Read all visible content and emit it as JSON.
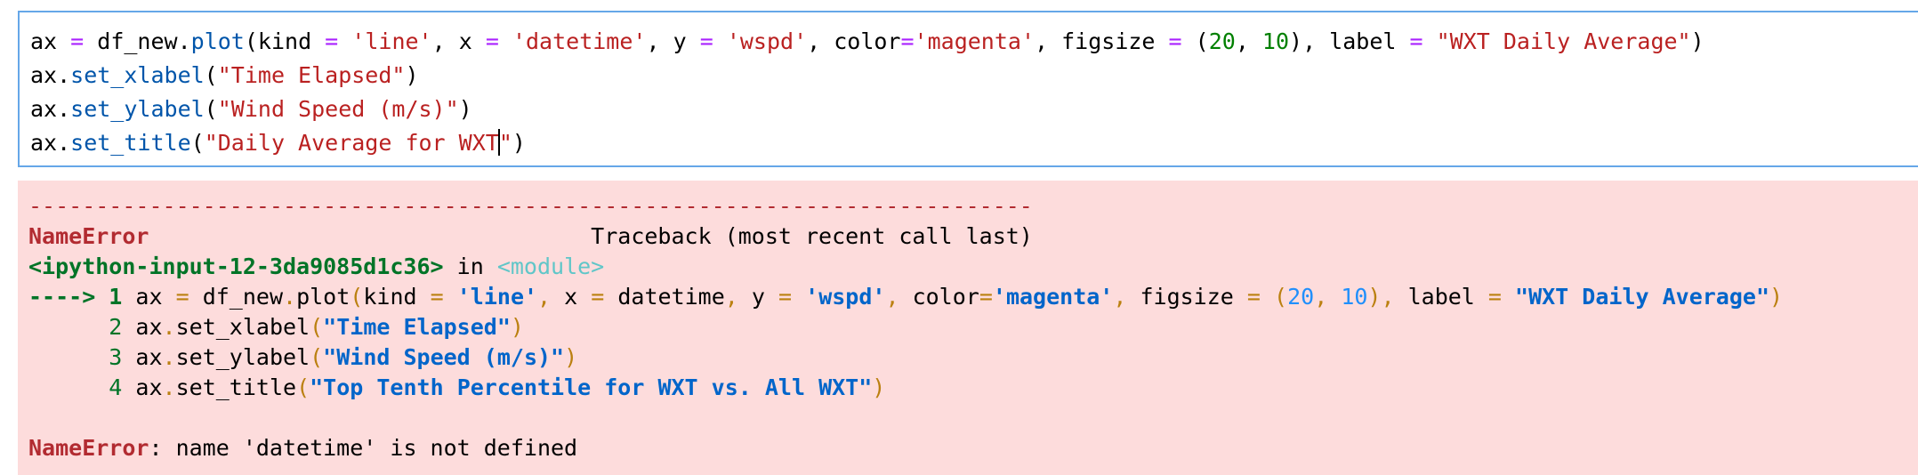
{
  "input_cell": {
    "prompt": ":",
    "lines": [
      {
        "p1": "ax ",
        "p2": "=",
        "p3": " df_new.",
        "p4": "plot",
        "p5": "(kind ",
        "p6": "=",
        "p7": " ",
        "p8": "'line'",
        "p9": ", x ",
        "p10": "=",
        "p11": " ",
        "p12": "'datetime'",
        "p13": ", y ",
        "p14": "=",
        "p15": " ",
        "p16": "'wspd'",
        "p17": ", color",
        "p18": "=",
        "p19": "'magenta'",
        "p20": ", figsize ",
        "p21": "=",
        "p22": " (",
        "p23": "20",
        "p24": ", ",
        "p25": "10",
        "p26": "), label ",
        "p27": "=",
        "p28": " ",
        "p29": "\"WXT Daily Average\"",
        "p30": ")"
      },
      {
        "p1": "ax.",
        "p2": "set_xlabel",
        "p3": "(",
        "p4": "\"Time Elapsed\"",
        "p5": ")"
      },
      {
        "p1": "ax.",
        "p2": "set_ylabel",
        "p3": "(",
        "p4": "\"Wind Speed (m/s)\"",
        "p5": ")"
      },
      {
        "p1": "ax.",
        "p2": "set_title",
        "p3": "(",
        "p4a": "\"Daily Average for WXT",
        "p4b": "\"",
        "p5": ")"
      }
    ]
  },
  "output": {
    "separator": "---------------------------------------------------------------------------",
    "error_name": "NameError",
    "traceback_header": "                                 Traceback (most recent call last)",
    "input_ref": "<ipython-input-12-3da9085d1c36>",
    "in_text": " in ",
    "module": "<module>",
    "tb_lines": [
      {
        "arrow": "----> 1 ",
        "t1": "ax ",
        "t2": "=",
        "t3": " df_new",
        "t4": ".",
        "t5": "plot",
        "t6": "(",
        "t7": "kind ",
        "t8": "=",
        "t9": " ",
        "t10": "'line'",
        "t11": ",",
        "t12": " x ",
        "t13": "=",
        "t14": " datetime",
        "t15": ",",
        "t16": " y ",
        "t17": "=",
        "t18": " ",
        "t19": "'wspd'",
        "t20": ",",
        "t21": " color",
        "t22": "=",
        "t23": "'magenta'",
        "t24": ",",
        "t25": " figsize ",
        "t26": "=",
        "t27": " ",
        "t28": "(",
        "t29": "20",
        "t30": ",",
        "t31": " ",
        "t32": "10",
        "t33": ")",
        "t34": ",",
        "t35": " label ",
        "t36": "=",
        "t37": " ",
        "t38": "\"WXT Daily Average\"",
        "t39": ")"
      },
      {
        "num": "      2 ",
        "t1": "ax",
        "t2": ".",
        "t3": "set_xlabel",
        "t4": "(",
        "t5": "\"Time Elapsed\"",
        "t6": ")"
      },
      {
        "num": "      3 ",
        "t1": "ax",
        "t2": ".",
        "t3": "set_ylabel",
        "t4": "(",
        "t5": "\"Wind Speed (m/s)\"",
        "t6": ")"
      },
      {
        "num": "      4 ",
        "t1": "ax",
        "t2": ".",
        "t3": "set_title",
        "t4": "(",
        "t5": "\"Top Tenth Percentile for WXT vs. All WXT\"",
        "t6": ")"
      }
    ],
    "final_error_name": "NameError",
    "final_error_msg": ": name 'datetime' is not defined"
  }
}
